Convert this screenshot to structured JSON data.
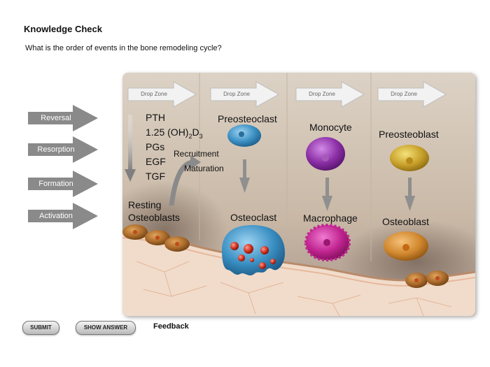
{
  "page": {
    "title": "Knowledge Check",
    "question": "What is the order of events in the bone remodeling cycle?"
  },
  "draggables": [
    "Reversal",
    "Resorption",
    "Formation",
    "Activation"
  ],
  "dropzones": [
    "Drop Zone",
    "Drop Zone",
    "Drop Zone",
    "Drop Zone"
  ],
  "factors": {
    "pth": "PTH",
    "vitd_prefix": "1.25 (OH)",
    "vitd_sub1": "2",
    "vitd_mid": "D",
    "vitd_sub2": "3",
    "pgs": "PGs",
    "egf": "EGF",
    "tgf": "TGF"
  },
  "process": {
    "recruitment": "Recruitment",
    "maturation": "Maturation"
  },
  "cells": {
    "resting_line1": "Resting",
    "resting_line2": "Osteoblasts",
    "preosteoclast": "Preosteoclast",
    "osteoclast": "Osteoclast",
    "monocyte": "Monocyte",
    "macrophage": "Macrophage",
    "preosteoblast": "Preosteoblast",
    "osteoblast": "Osteoblast"
  },
  "buttons": {
    "submit": "SUBMIT",
    "show_answer": "SHOW ANSWER"
  },
  "feedback": "Feedback",
  "colors": {
    "arrow_gray": "#8a8a8a",
    "panel_bg": "#d7cabc",
    "bone": "#f1dccb"
  }
}
